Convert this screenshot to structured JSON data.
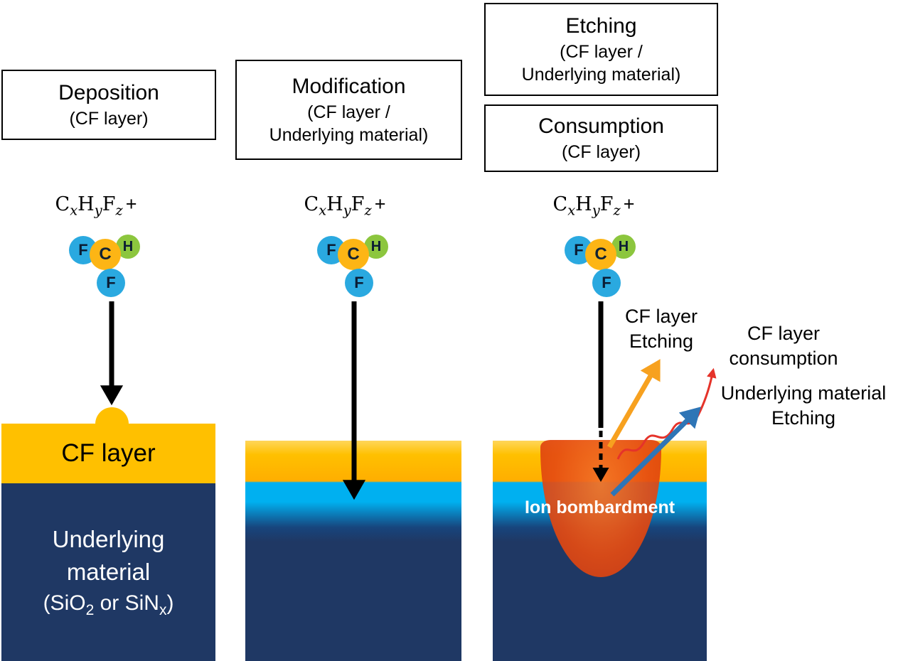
{
  "colors": {
    "cf_yellow": "#FFC000",
    "underlying_navy": "#1F3864",
    "modified_cyan": "#00B0F0",
    "atom_fluorine_blue": "#2AA9E0",
    "atom_carbon_orange": "#FDB515",
    "atom_hydrogen_green": "#8CC63E",
    "etch_arrow_orange": "#F7A11F",
    "etch_arrow_blue": "#2E75B6",
    "consumption_arrow_red": "#E5332A",
    "ion_region_orange": "#E2491A"
  },
  "panels": {
    "deposition": {
      "title": "Deposition",
      "subtitle": "(CF layer)",
      "cf_layer_label": "CF layer",
      "underlying": {
        "line1": "Underlying",
        "line2": "material",
        "formula": {
          "p1": "(SiO",
          "s1": "2",
          "p2": " or SiN",
          "s2": "x",
          "p3": ")"
        }
      }
    },
    "modification": {
      "title": "Modification",
      "subtitle_line1": "(CF layer /",
      "subtitle_line2": "Underlying material)"
    },
    "etching": {
      "title": "Etching",
      "subtitle_line1": "(CF layer /",
      "subtitle_line2": "Underlying material)"
    },
    "consumption": {
      "title": "Consumption",
      "subtitle": "(CF layer)"
    },
    "third_panel": {
      "ion_bombardment_label": "Ion bombardment",
      "cf_etching": {
        "line1": "CF layer",
        "line2": "Etching"
      },
      "cf_consumption": {
        "line1": "CF layer",
        "line2": "consumption"
      },
      "underlying_etching": {
        "line1": "Underlying material",
        "line2": "Etching"
      }
    }
  },
  "molecule": {
    "formula": {
      "c": "C",
      "x": "x",
      "h": "H",
      "y": "y",
      "f": "F",
      "z": "z",
      "plus": "+"
    },
    "atoms": {
      "f1": "F",
      "c": "C",
      "h": "H",
      "f2": "F"
    }
  }
}
